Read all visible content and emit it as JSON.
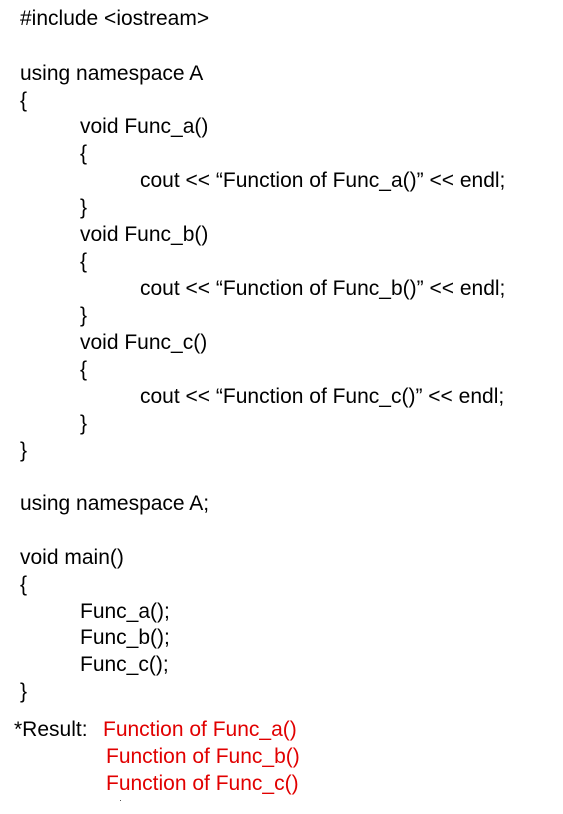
{
  "code_lines": [
    "#include <iostream>",
    "using namespace A",
    "{",
    "void Func_a()",
    "{",
    "cout << “Function of Func_a()” << endl;",
    "}",
    "void Func_b()",
    "{",
    "cout << “Function of Func_b()” << endl;",
    "}",
    "void Func_c()",
    "{",
    "cout << “Function of Func_c()” << endl;",
    "}",
    "}",
    "using namespace A;",
    "void main()",
    "{",
    "Func_a();",
    "Func_b();",
    "Func_c();",
    "}"
  ],
  "result": {
    "label": "*Result:",
    "outputs": [
      "Function of Func_a()",
      "Function of Func_b()",
      "Function of Func_c()"
    ],
    "output_color": "#e10000"
  }
}
